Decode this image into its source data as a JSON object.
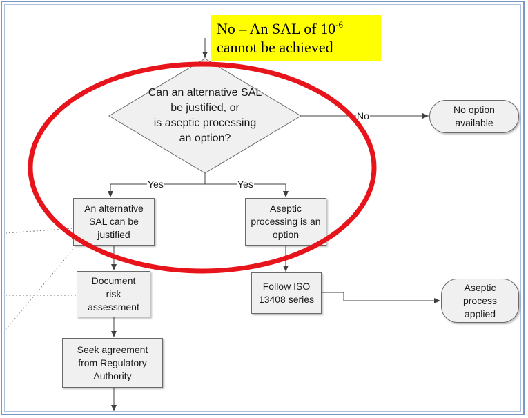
{
  "callout": {
    "line1_text": "No – An SAL of 10",
    "line1_superscript": "-6",
    "line2": "cannot be achieved"
  },
  "diagram": {
    "decision": "Can an alternative SAL\nbe justified, or\nis aseptic processing\nan option?",
    "boxes": {
      "alt_sal": "An alternative\nSAL can be\njustified",
      "aseptic_option": "Aseptic\nprocessing is an\noption",
      "document_risk": "Document\nrisk\nassessment",
      "follow_iso": "Follow ISO\n13408 series",
      "seek_agreement": "Seek agreement\nfrom Regulatory\nAuthority"
    },
    "terminals": {
      "no_option": "No option\navailable",
      "aseptic_applied": "Aseptic\nprocess\napplied"
    },
    "edge_labels": {
      "no": "No",
      "yes_left": "Yes",
      "yes_right": "Yes"
    }
  },
  "colors": {
    "highlight_ellipse": "#e8141b",
    "callout_background": "#ffff00",
    "frame_border": "#7b96c8",
    "node_fill": "#f0f0f0",
    "line": "#404040"
  }
}
